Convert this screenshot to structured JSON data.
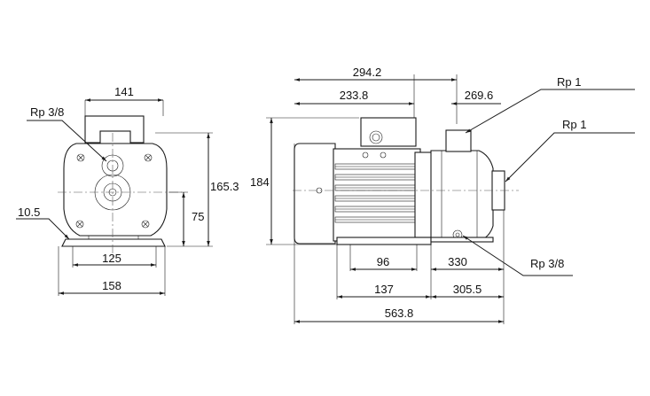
{
  "front_view": {
    "dimensions": {
      "width_top": "141",
      "height_total": "165.3",
      "shaft_height": "75",
      "foot_inner": "125",
      "foot_outer": "158",
      "foot_thickness": "10.5"
    },
    "labels": {
      "drain_port": "Rp 3/8"
    }
  },
  "side_view": {
    "dimensions": {
      "overall_top": "294.2",
      "motor_to_outlet": "233.8",
      "outlet_offset": "269.6",
      "height": "184",
      "foot_to_base": "96",
      "base_right": "330",
      "foot_span": "137",
      "base_length": "305.5",
      "overall_length": "563.8"
    },
    "labels": {
      "outlet_port": "Rp 1",
      "inlet_port": "Rp 1",
      "drain_port": "Rp 3/8"
    }
  },
  "colors": {
    "line": "#1a1a1a",
    "background": "#ffffff"
  }
}
